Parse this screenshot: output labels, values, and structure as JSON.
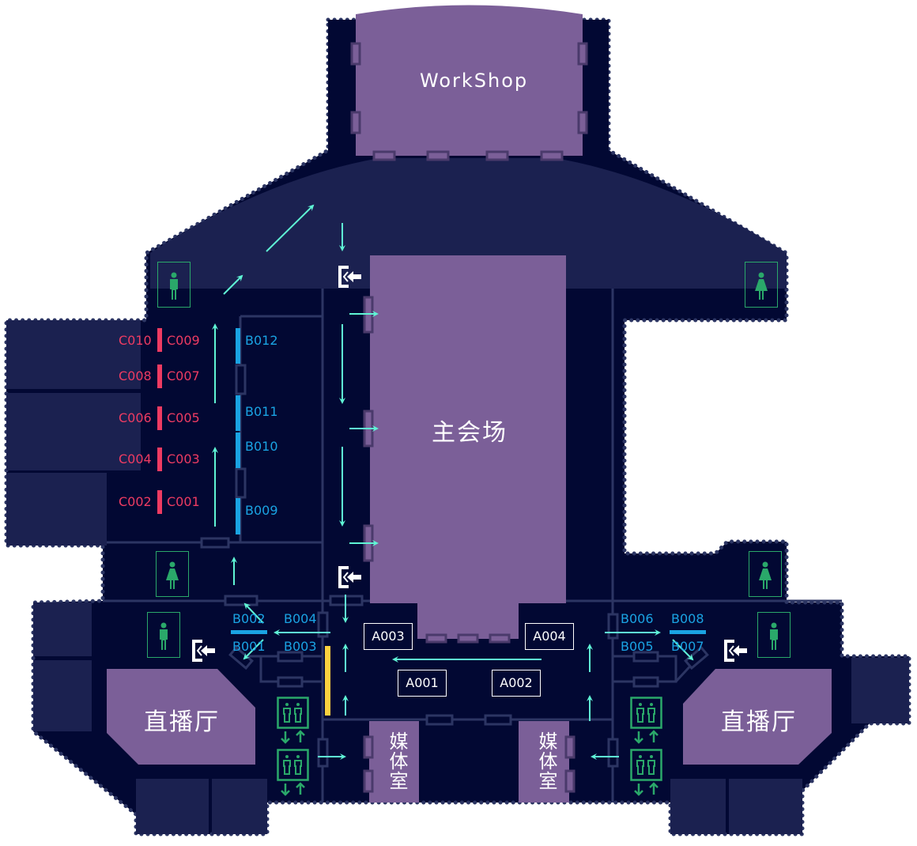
{
  "rooms": {
    "workshop": "WorkShop",
    "main_hall": "主会场",
    "live_left": "直播厅",
    "live_right": "直播厅",
    "media_left": "媒体室",
    "media_right": "媒体室"
  },
  "booths_a": [
    "A001",
    "A002",
    "A003",
    "A004"
  ],
  "booths_b": [
    "B001",
    "B002",
    "B003",
    "B004",
    "B005",
    "B006",
    "B007",
    "B008",
    "B009",
    "B010",
    "B011",
    "B012"
  ],
  "booths_c": [
    "C001",
    "C002",
    "C003",
    "C004",
    "C005",
    "C006",
    "C007",
    "C008",
    "C009",
    "C010"
  ],
  "icons": [
    "restroom-male-icon",
    "restroom-female-icon",
    "exit-icon",
    "elevator-icon",
    "direction-arrow"
  ],
  "colors": {
    "background": "#020833",
    "block": "#1b2150",
    "room": "#7b5f98",
    "arrow": "#5ff5d5",
    "restroom": "#2aa86a",
    "booth_b": "#1aa3e3",
    "booth_c": "#ee3b62",
    "highlight": "#fdd13f"
  }
}
